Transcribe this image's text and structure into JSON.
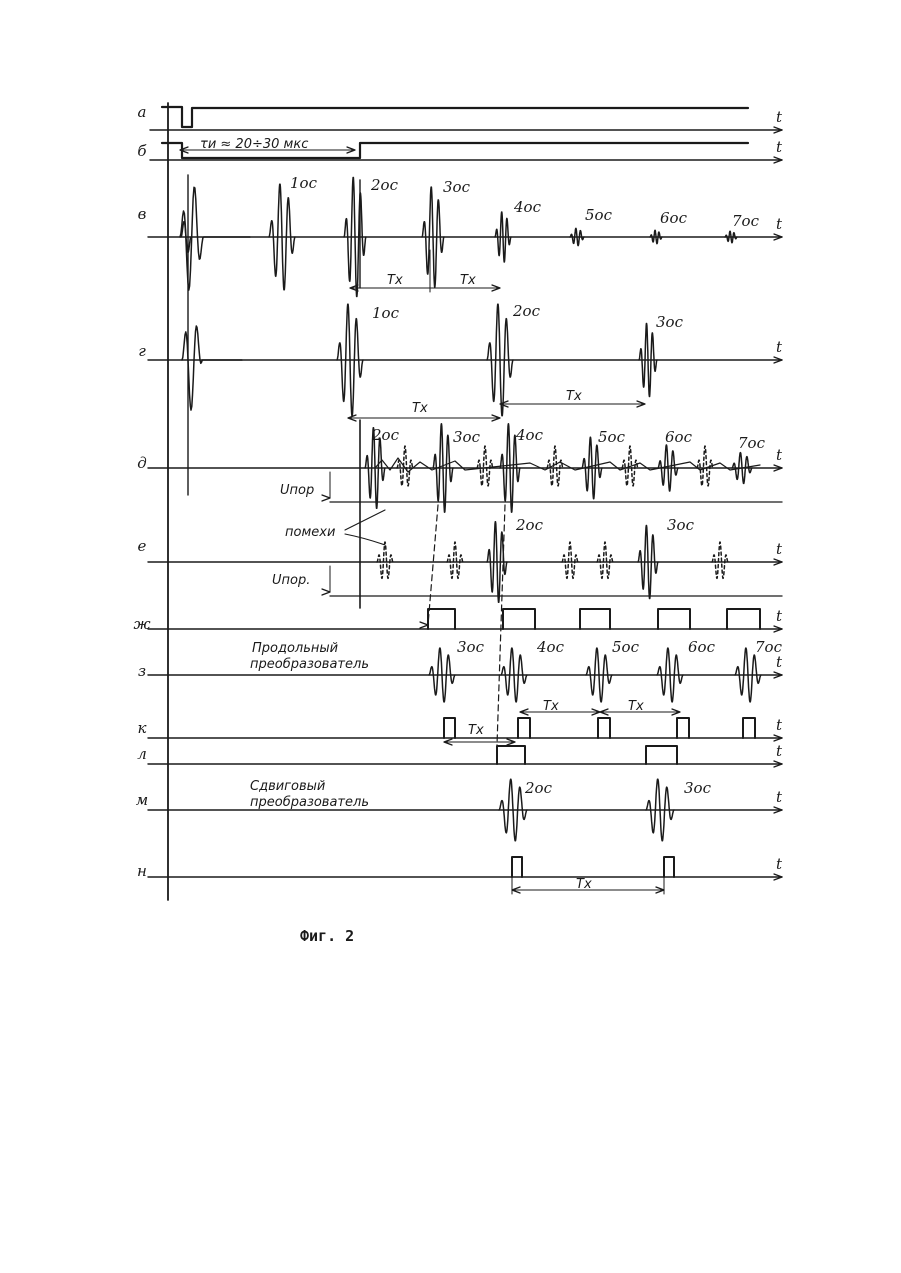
{
  "rows": [
    {
      "key": "a",
      "label": "а"
    },
    {
      "key": "b",
      "label": "б"
    },
    {
      "key": "v",
      "label": "в"
    },
    {
      "key": "g",
      "label": "г"
    },
    {
      "key": "d",
      "label": "д"
    },
    {
      "key": "e",
      "label": "е"
    },
    {
      "key": "zh",
      "label": "ж"
    },
    {
      "key": "z",
      "label": "з"
    },
    {
      "key": "k",
      "label": "к"
    },
    {
      "key": "l",
      "label": "л"
    },
    {
      "key": "m",
      "label": "м"
    },
    {
      "key": "n",
      "label": "н"
    }
  ],
  "time_axis_label": "t",
  "pulse_width_label": "τи ≈ 20÷30 мкс",
  "echo_labels": {
    "v": [
      "1ос",
      "2ос",
      "3ос",
      "4ос",
      "5ос",
      "6ос",
      "7ос"
    ],
    "g": [
      "1ос",
      "2ос",
      "3ос"
    ],
    "d": [
      "2ос",
      "3ос",
      "4ос",
      "5ос",
      "6ос",
      "7ос"
    ],
    "e": [
      "2ос",
      "3ос"
    ],
    "z": [
      "3ос",
      "4ос",
      "5ос",
      "6ос",
      "7ос"
    ],
    "m": [
      "2ос",
      "3ос"
    ]
  },
  "period_label": "Tx",
  "threshold_label_d": "Uпор",
  "threshold_label_e": "Uпор.",
  "noise_label": "помехи",
  "longitudinal_transducer": "Продольный преобразователь",
  "shear_transducer": "Сдвиговый преобразователь",
  "caption": "Фиг. 2"
}
